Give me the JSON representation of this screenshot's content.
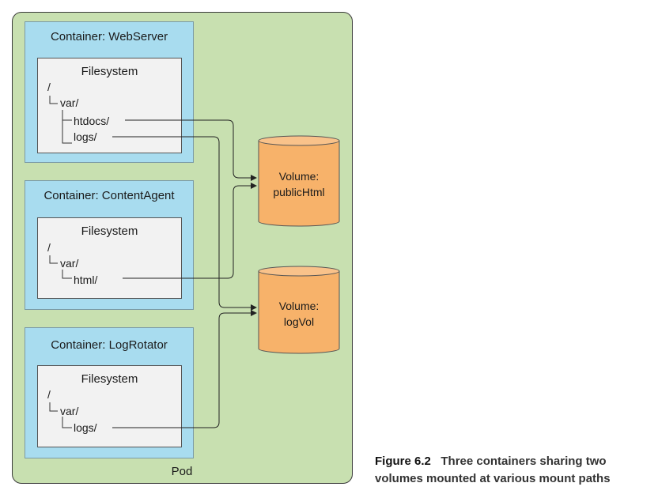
{
  "pod": {
    "label": "Pod"
  },
  "containers": [
    {
      "title": "Container: WebServer",
      "fs_title": "Filesystem",
      "root": "/",
      "var": "var/",
      "mounts": [
        "htdocs/",
        "logs/"
      ]
    },
    {
      "title": "Container: ContentAgent",
      "fs_title": "Filesystem",
      "root": "/",
      "var": "var/",
      "mounts": [
        "html/"
      ]
    },
    {
      "title": "Container: LogRotator",
      "fs_title": "Filesystem",
      "root": "/",
      "var": "var/",
      "mounts": [
        "logs/"
      ]
    }
  ],
  "volumes": [
    {
      "line1": "Volume:",
      "line2": "publicHtml"
    },
    {
      "line1": "Volume:",
      "line2": "logVol"
    }
  ],
  "caption": {
    "number": "Figure 6.2",
    "text": "Three containers sharing two volumes mounted at various mount paths"
  },
  "colors": {
    "pod": "#c8e0b0",
    "container": "#a8dcef",
    "filesystem": "#f2f2f2",
    "volume": "#f7b26a"
  }
}
